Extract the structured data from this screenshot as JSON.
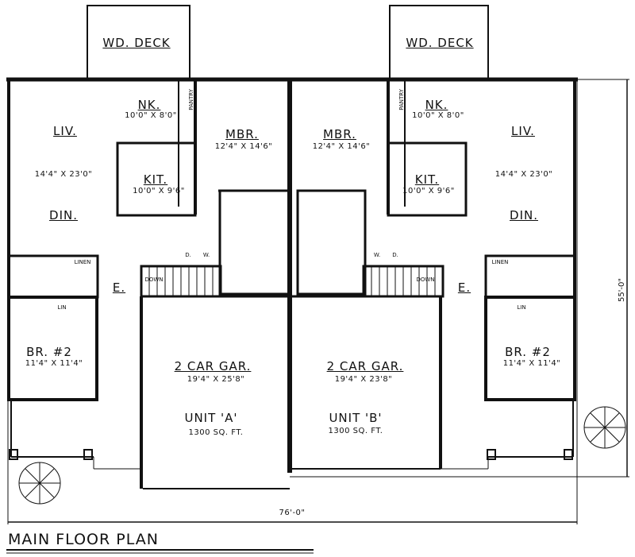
{
  "title": "MAIN FLOOR PLAN",
  "overall_dims": {
    "width": "76'-0\"",
    "depth": "55'-0\""
  },
  "units": [
    {
      "name": "UNIT 'A'",
      "area": "1300 SQ. FT.",
      "deck": "WD. DECK",
      "rooms": {
        "nook": {
          "label": "NK.",
          "dims": "10'0\" X 8'0\""
        },
        "pantry": "PANTRY",
        "living": {
          "label": "LIV.",
          "dims": "14'4\" X 23'0\""
        },
        "dining": "DIN.",
        "kitchen": {
          "label": "KIT.",
          "dims": "10'0\" X 9'6\""
        },
        "master": {
          "label": "MBR.",
          "dims": "12'4\" X 14'6\""
        },
        "entry": "E.",
        "bedroom2": {
          "label": "BR. #2",
          "dims": "11'4\" X 11'4\""
        },
        "garage": {
          "label": "2 CAR GAR.",
          "dims": "19'4\" X 25'8\""
        },
        "linen": "LINEN",
        "lin": "LIN",
        "stairs": "DOWN",
        "dryer": "D.",
        "washer": "W."
      }
    },
    {
      "name": "UNIT 'B'",
      "area": "1300 SQ. FT.",
      "deck": "WD. DECK",
      "rooms": {
        "nook": {
          "label": "NK.",
          "dims": "10'0\" X 8'0\""
        },
        "pantry": "PANTRY",
        "living": {
          "label": "LIV.",
          "dims": "14'4\" X 23'0\""
        },
        "dining": "DIN.",
        "kitchen": {
          "label": "KIT.",
          "dims": "10'0\" X 9'6\""
        },
        "master": {
          "label": "MBR.",
          "dims": "12'4\" X 14'6\""
        },
        "entry": "E.",
        "bedroom2": {
          "label": "BR. #2",
          "dims": "11'4\" X 11'4\""
        },
        "garage": {
          "label": "2 CAR GAR.",
          "dims": "19'4\" X 23'8\""
        },
        "linen": "LINEN",
        "lin": "LIN",
        "stairs": "DOWN",
        "dryer": "D.",
        "washer": "W."
      }
    }
  ]
}
